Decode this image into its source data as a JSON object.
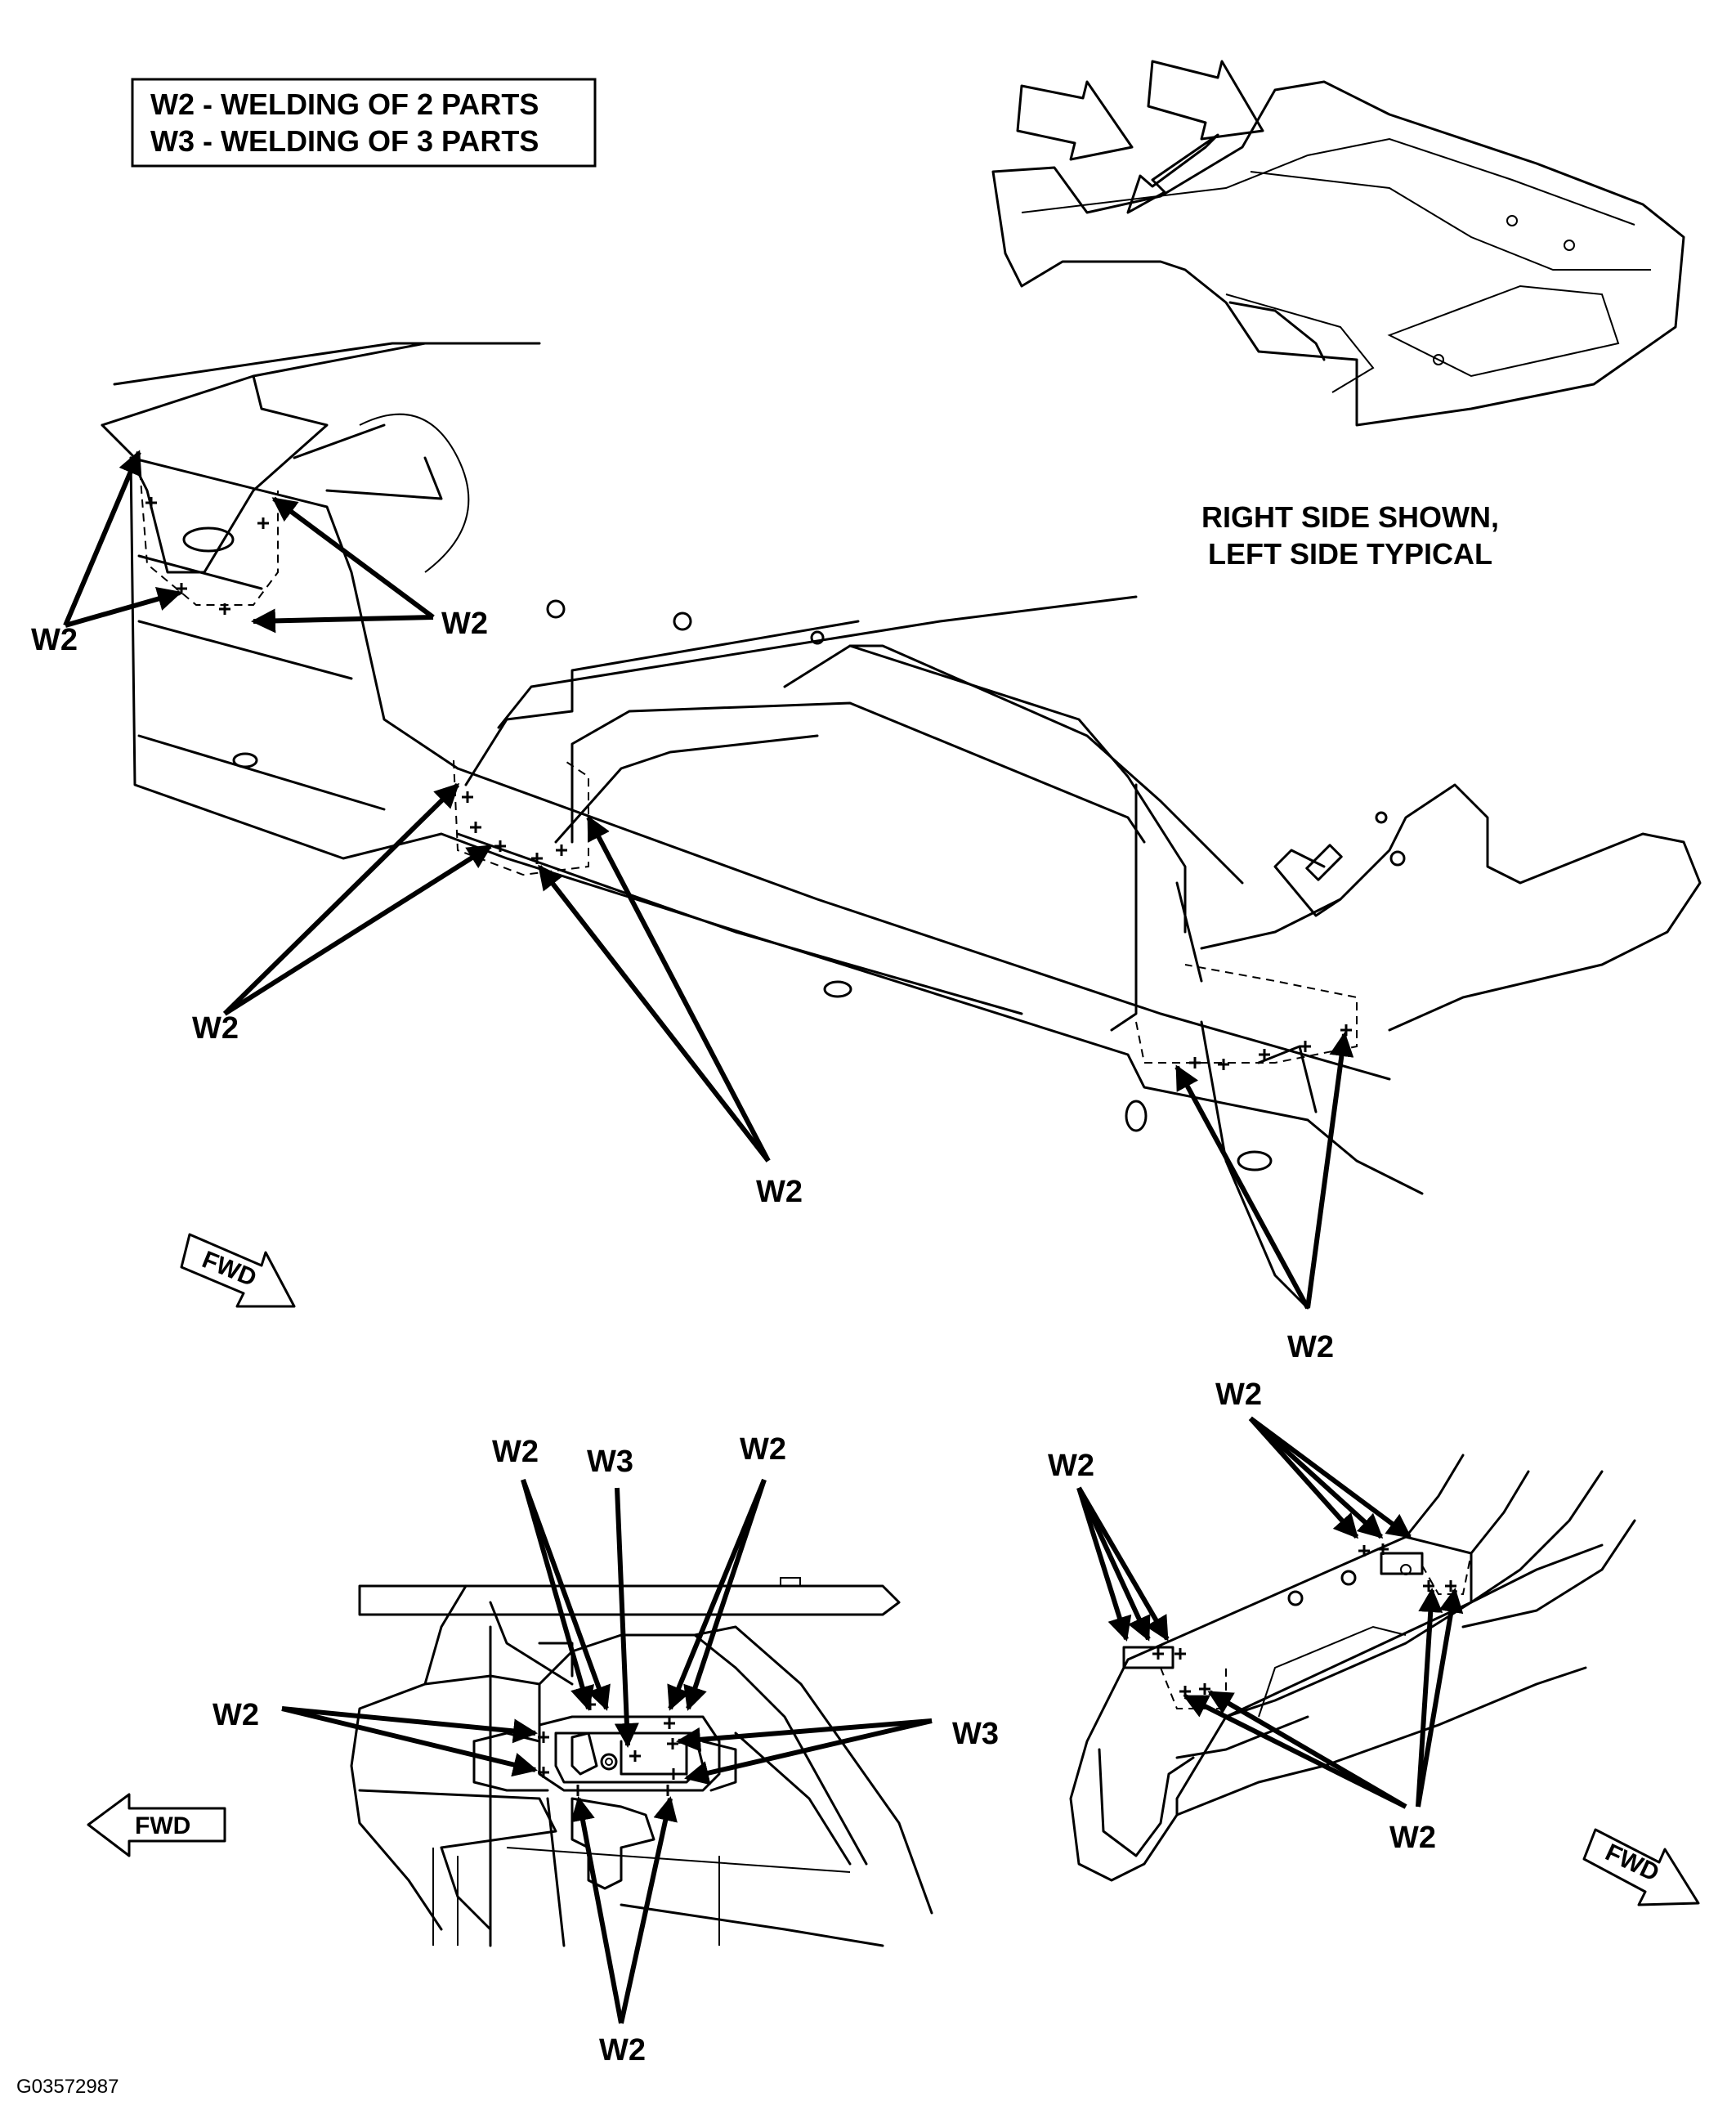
{
  "legend": {
    "line1": "W2 - WELDING OF 2 PARTS",
    "line2": "W3 - WELDING OF 3 PARTS"
  },
  "note": {
    "line1": "RIGHT SIDE SHOWN,",
    "line2": "LEFT SIDE TYPICAL"
  },
  "labels": {
    "w2": "W2",
    "w3": "W3",
    "fwd": "FWD"
  },
  "figure_code": "G03572987"
}
